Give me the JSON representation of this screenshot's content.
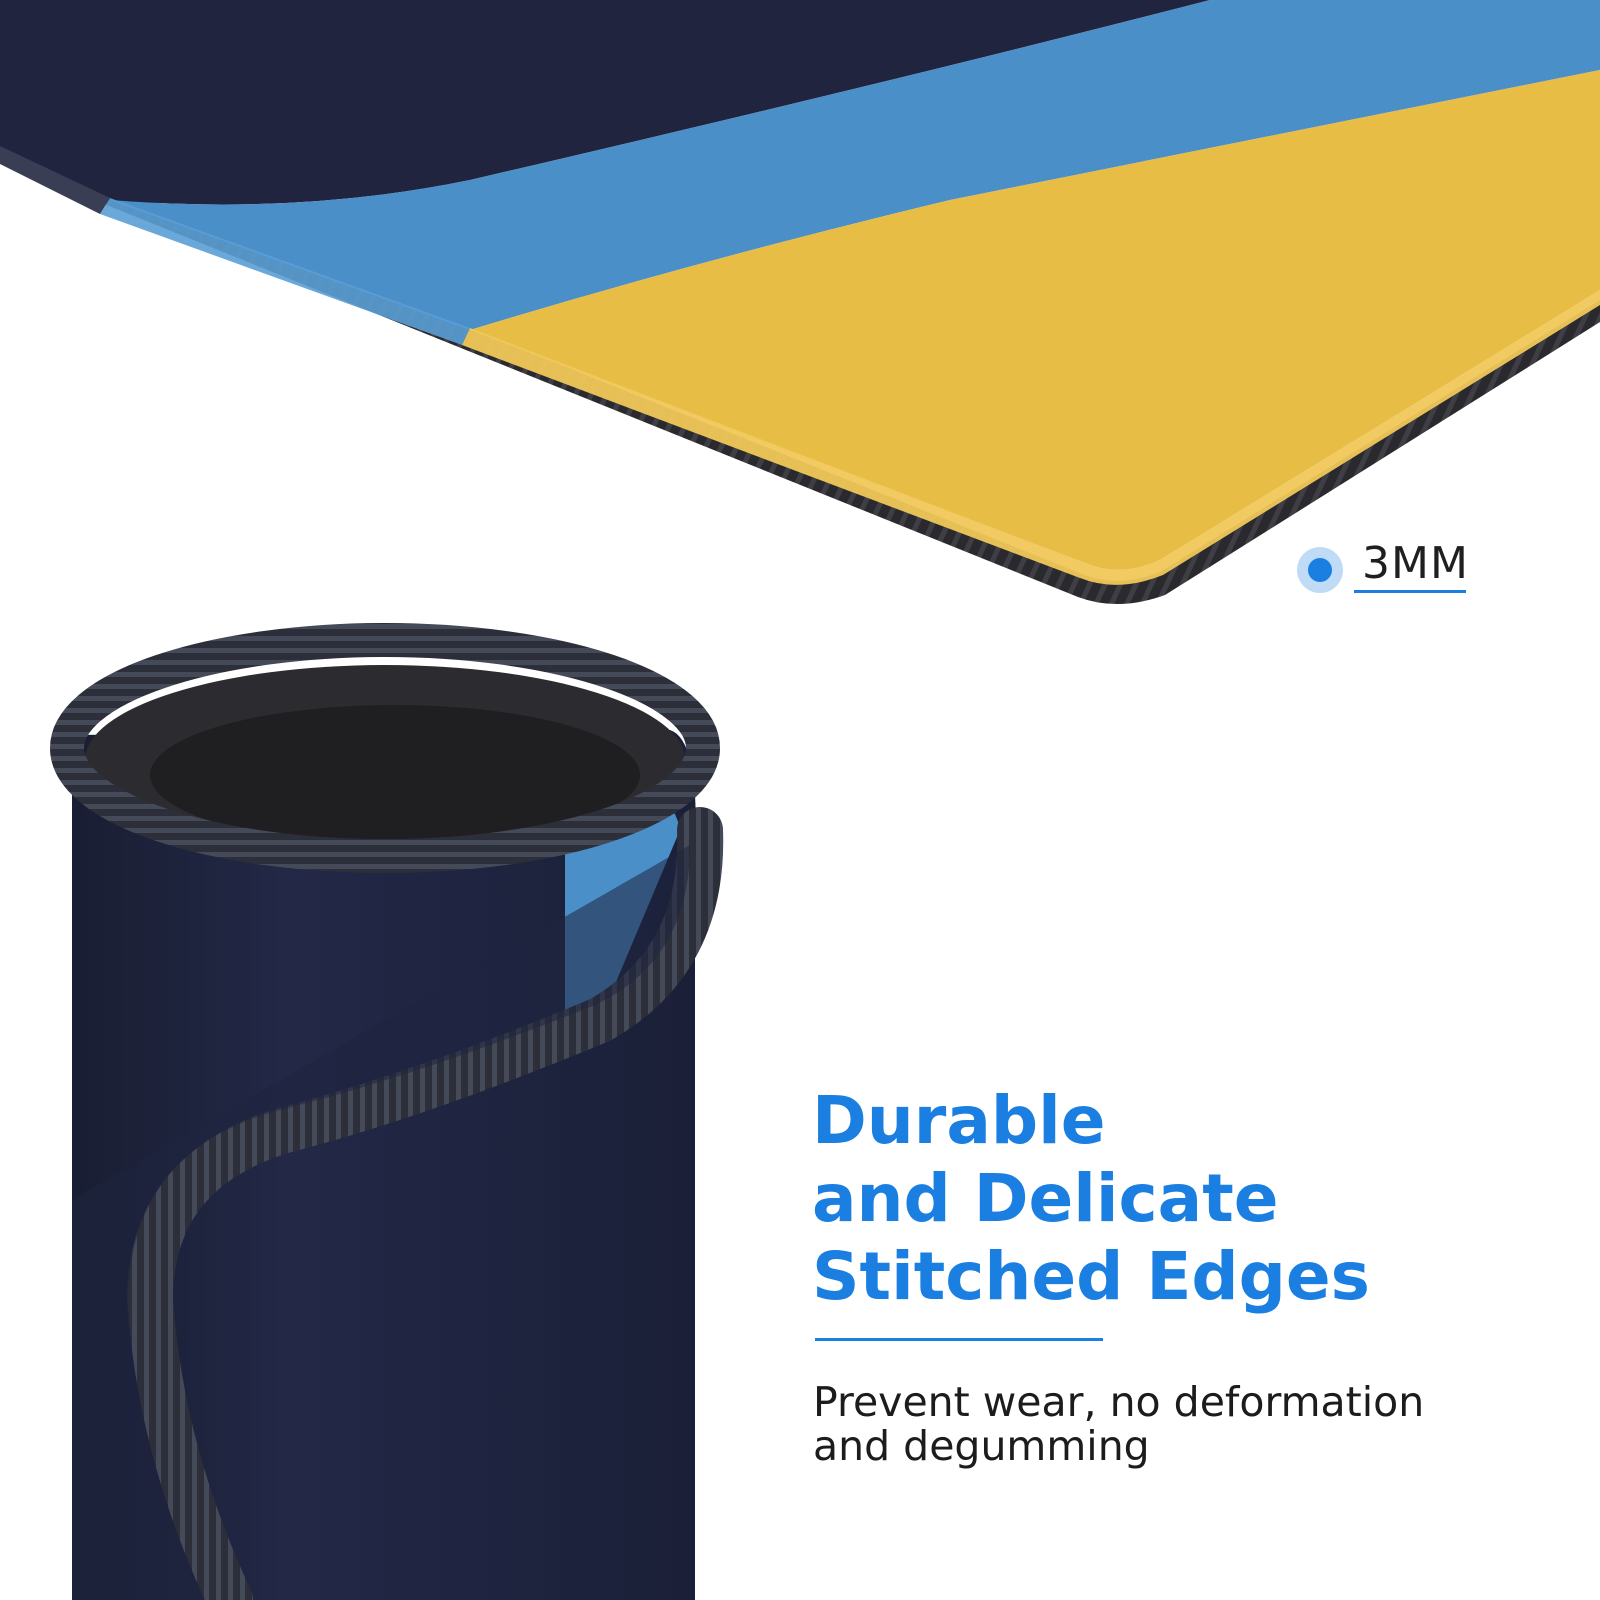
{
  "colors": {
    "accent": "#1a7fe0",
    "navy": "#20243f",
    "sky": "#4a8fc7",
    "yellow": "#e8bd45",
    "stitch": "#2b2b2e"
  },
  "thickness": {
    "label": "3MM"
  },
  "headline": {
    "line1": "Durable",
    "line2": "and Delicate",
    "line3": "Stitched Edges"
  },
  "subtext": {
    "line1": "Prevent wear, no deformation",
    "line2": "and degumming"
  }
}
